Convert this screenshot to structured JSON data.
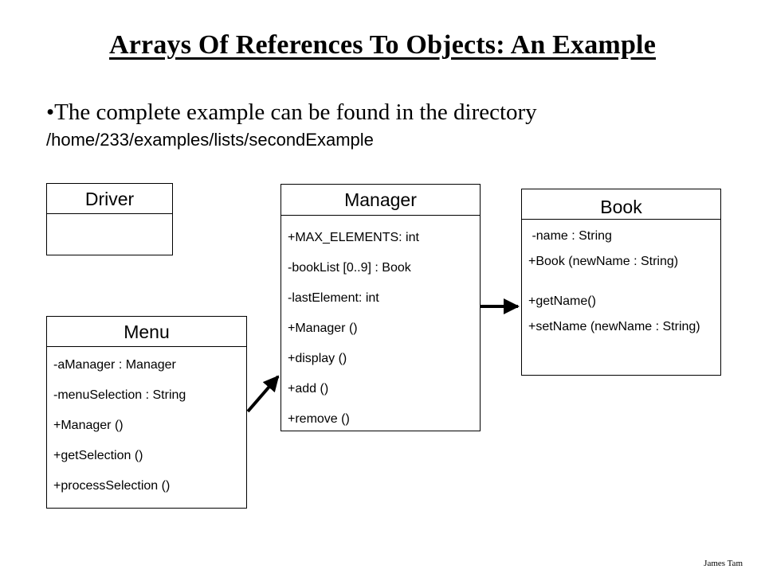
{
  "slide": {
    "title": "Arrays Of References To Objects: An Example",
    "bullet": "•The complete example can be found in the directory",
    "path": "/home/233/examples/lists/secondExample",
    "footer": "James Tam"
  },
  "classes": {
    "driver": {
      "name": "Driver",
      "members": []
    },
    "menu": {
      "name": "Menu",
      "members": [
        "-aManager : Manager",
        "-menuSelection : String",
        "+Manager ()",
        "+getSelection ()",
        "+processSelection ()"
      ]
    },
    "manager": {
      "name": "Manager",
      "members": [
        "+MAX_ELEMENTS: int",
        "-bookList [0..9] : Book",
        "-lastElement: int",
        "+Manager ()",
        "+display ()",
        "+add ()",
        "+remove ()"
      ]
    },
    "book": {
      "name": "Book",
      "members": [
        " -name : String",
        "+Book (newName : String)",
        "+getName()",
        "+setName (newName : String)"
      ]
    }
  },
  "relationships": [
    {
      "from": "Menu",
      "to": "Manager",
      "type": "association"
    },
    {
      "from": "Manager",
      "to": "Book",
      "type": "association"
    }
  ]
}
